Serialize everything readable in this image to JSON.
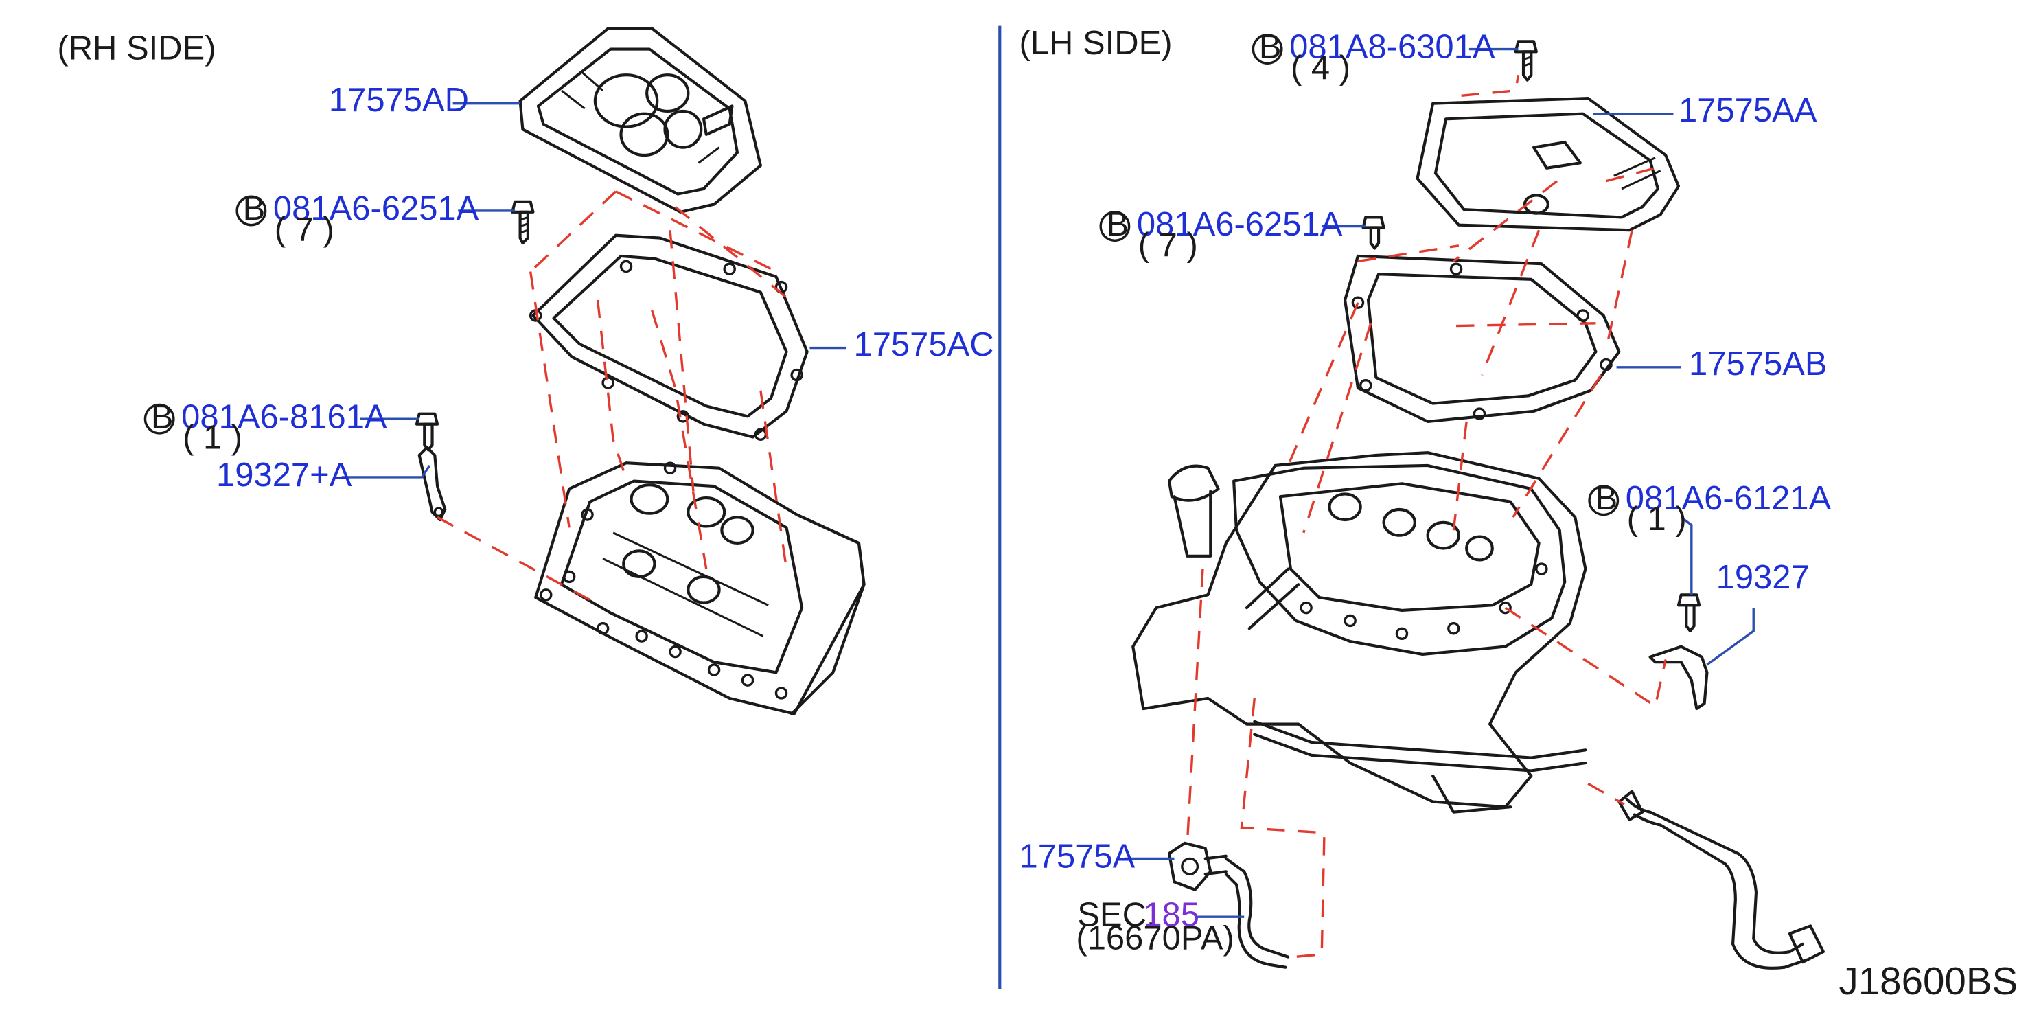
{
  "diagram_id": "J18600BS",
  "sides": {
    "rh": "(RH   SIDE)",
    "lh": "(LH   SIDE)"
  },
  "callouts": {
    "p17575AD": "17575AD",
    "p17575AC": "17575AC",
    "p17575AA": "17575AA",
    "p17575AB": "17575AB",
    "p19327A": "19327+A",
    "p19327": "19327",
    "p17575A": "17575A",
    "bolt_rh_6251": {
      "letter": "B",
      "code": "081A6-6251A",
      "qty": "(   7   )"
    },
    "bolt_rh_8161": {
      "letter": "B",
      "code": "081A6-8161A",
      "qty": "(   1   )"
    },
    "bolt_lh_6301": {
      "letter": "B",
      "code": "081A8-6301A",
      "qty": "(   4   )"
    },
    "bolt_lh_6251": {
      "letter": "B",
      "code": "081A6-6251A",
      "qty": "(   7   )"
    },
    "bolt_lh_6121": {
      "letter": "B",
      "code": "081A6-6121A",
      "qty": "(   1   )"
    },
    "sec": {
      "label": "SEC.",
      "number": "185",
      "ref": "(16670PA)"
    }
  },
  "colors": {
    "callout": "#1f2fd6",
    "leader": "#2b4fb0",
    "phantom_line": "#e23a2e",
    "section_ref": "#7a2fd6",
    "outline": "#1a1a1a"
  }
}
